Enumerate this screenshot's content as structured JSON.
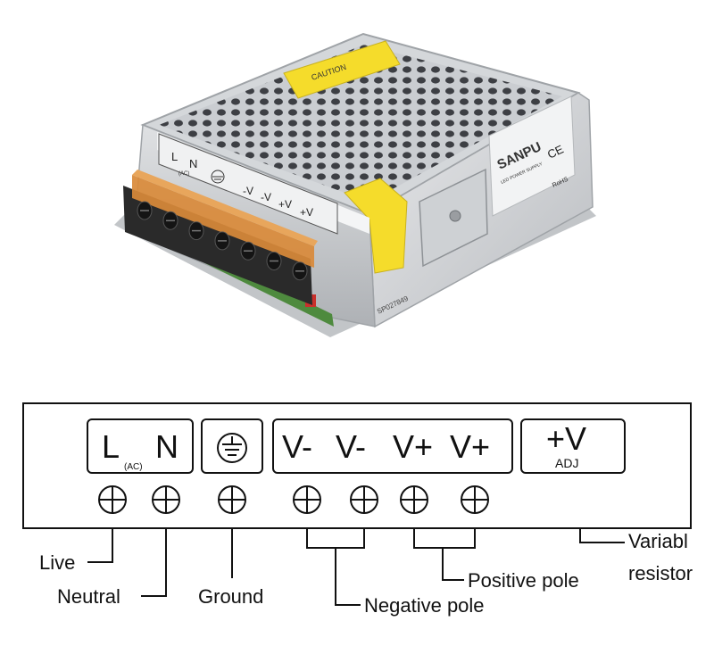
{
  "photo": {
    "brand": "SANPU",
    "brand_highlight": "PU",
    "product_line": "LED POWER SUPPLY",
    "caution_label": "CAUTION",
    "serial": "SP027849",
    "ce_mark": "CE",
    "rohs_mark": "RoHS",
    "panel_left": {
      "l": "L",
      "n": "N",
      "ac": "(AC)"
    },
    "panel_dc": [
      "-V",
      "-V",
      "+V",
      "+V"
    ],
    "colors": {
      "housing": "#d9dbdd",
      "terminal_body": "#2a2a2a",
      "cover": "#d98a3a",
      "warning": "#f5dc2b"
    }
  },
  "terminal_panel": {
    "ac_group": {
      "live": "L",
      "neutral": "N",
      "ac": "(AC)"
    },
    "ground_icon": "ground-symbol-icon",
    "dc_group": [
      "V-",
      "V-",
      "V+",
      "V+"
    ],
    "adj_group": {
      "main": "+V",
      "sub": "ADJ"
    },
    "screw_icon": "screw-terminal-icon"
  },
  "callouts": {
    "live": "Live",
    "neutral": "Neutral",
    "ground": "Ground",
    "negative": "Negative pole",
    "positive": "Positive pole",
    "variable_line1": "Variabl",
    "variable_line2": "resistor"
  }
}
